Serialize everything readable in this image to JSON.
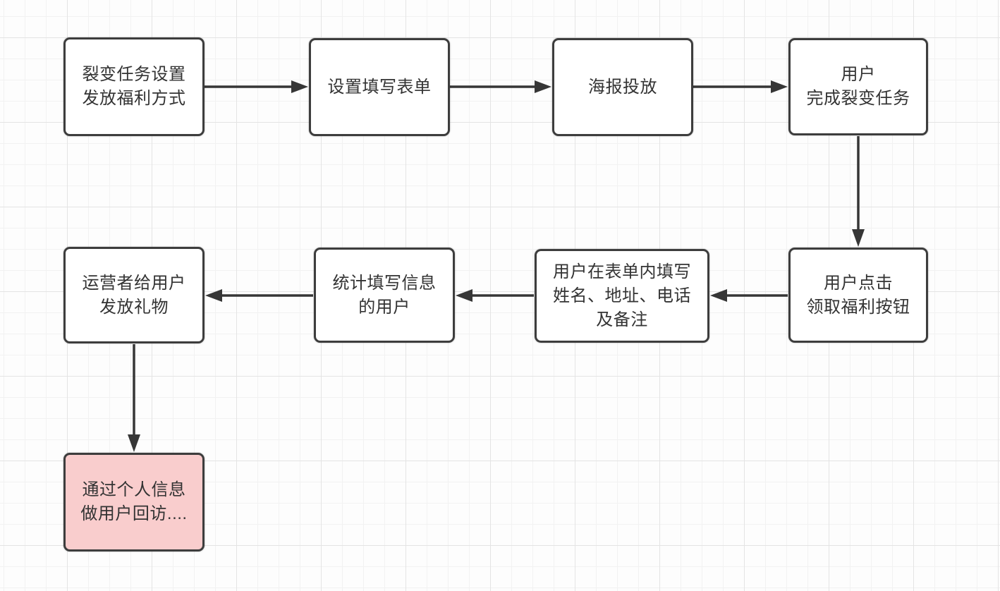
{
  "diagram": {
    "type": "flowchart",
    "language": "zh-CN",
    "nodes": [
      {
        "id": "fission-task-setup",
        "label": "裂变任务设置\n发放福利方式",
        "fill": "#ffffff",
        "highlighted": false
      },
      {
        "id": "setup-form",
        "label": "设置填写表单",
        "fill": "#ffffff",
        "highlighted": false
      },
      {
        "id": "poster-release",
        "label": "海报投放",
        "fill": "#ffffff",
        "highlighted": false
      },
      {
        "id": "user-complete-task",
        "label": "用户\n完成裂变任务",
        "fill": "#ffffff",
        "highlighted": false
      },
      {
        "id": "user-click-claim",
        "label": "用户点击\n领取福利按钮",
        "fill": "#ffffff",
        "highlighted": false
      },
      {
        "id": "user-fill-form",
        "label": "用户在表单内填写\n姓名、地址、电话\n及备注",
        "fill": "#ffffff",
        "highlighted": false
      },
      {
        "id": "collect-form-users",
        "label": "统计填写信息\n的用户",
        "fill": "#ffffff",
        "highlighted": false
      },
      {
        "id": "operator-send-gift",
        "label": "运营者给用户\n发放礼物",
        "fill": "#ffffff",
        "highlighted": false
      },
      {
        "id": "user-revisit",
        "label": "通过个人信息\n做用户回访....",
        "fill": "#f9cdcd",
        "highlighted": true
      }
    ],
    "edges": [
      {
        "from": "fission-task-setup",
        "to": "setup-form",
        "direction": "right"
      },
      {
        "from": "setup-form",
        "to": "poster-release",
        "direction": "right"
      },
      {
        "from": "poster-release",
        "to": "user-complete-task",
        "direction": "right"
      },
      {
        "from": "user-complete-task",
        "to": "user-click-claim",
        "direction": "down"
      },
      {
        "from": "user-click-claim",
        "to": "user-fill-form",
        "direction": "left"
      },
      {
        "from": "user-fill-form",
        "to": "collect-form-users",
        "direction": "left"
      },
      {
        "from": "collect-form-users",
        "to": "operator-send-gift",
        "direction": "left"
      },
      {
        "from": "operator-send-gift",
        "to": "user-revisit",
        "direction": "down"
      }
    ],
    "colors": {
      "node_border": "#3d3d3d",
      "node_fill": "#ffffff",
      "highlight_fill": "#f9cdcd",
      "text": "#333333",
      "arrow": "#363636",
      "grid_minor": "#f2f2f2",
      "grid_major": "#e4e4e4",
      "canvas_background": "#fdfdfd"
    }
  }
}
